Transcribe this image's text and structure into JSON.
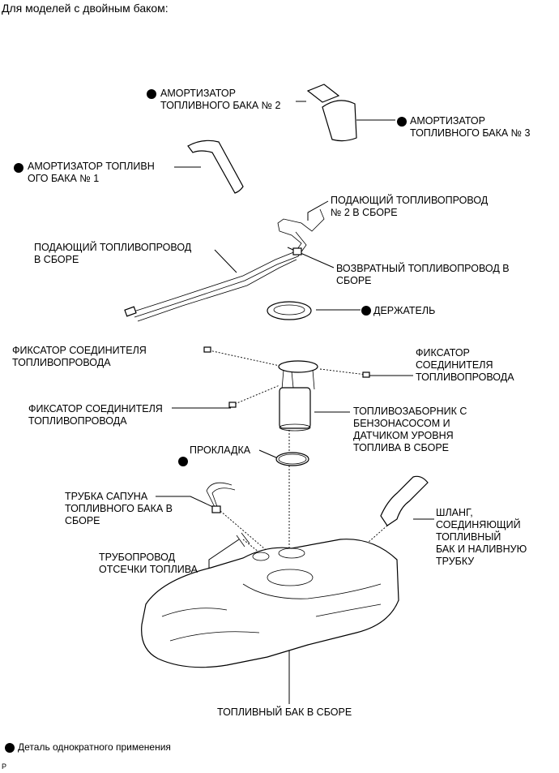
{
  "title": "Для моделей с двойным баком:",
  "labels": {
    "cushion2": "АМОРТИЗАТОР\nТОПЛИВНОГО БАКА № 2",
    "cushion3": "АМОРТИЗАТОР\nТОПЛИВНОГО БАКА № 3",
    "cushion1": "АМОРТИЗАТОР ТОПЛИВН\nОГО БАКА № 1",
    "main_tube2": "ПОДАЮЩИЙ ТОПЛИВОПРОВОД\n№ 2 В СБОРЕ",
    "main_tube": "ПОДАЮЩИЙ ТОПЛИВОПРОВОД\nВ СБОРЕ",
    "return_tube": "ВОЗВРАТНЫЙ ТОПЛИВОПРОВОД В\nСБОРЕ",
    "retainer": "ДЕРЖАТЕЛЬ",
    "clip_left": "ФИКСАТОР СОЕДИНИТЕЛЯ\nТОПЛИВОПРОВОДА",
    "clip_right": "ФИКСАТОР\nСОЕДИНИТЕЛЯ\nТОПЛИВОПРОВОДА",
    "clip_lower": "ФИКСАТОР СОЕДИНИТЕЛЯ\nТОПЛИВОПРОВОДА",
    "suction": "ТОПЛИВОЗАБОРНИК С\nБЕНЗОНАСОСОМ И\nДАТЧИКОМ УРОВНЯ\nТОПЛИВА В СБОРЕ",
    "gasket": "ПРОКЛАДКА",
    "breather": "ТРУБКА САПУНА\nТОПЛИВНОГО БАКА В\nСБОРЕ",
    "cutoff": "ТРУБОПРОВОД\nОТСЕЧКИ ТОПЛИВА",
    "hose": "ШЛАНГ,\nСОЕДИНЯЮЩИЙ\nТОПЛИВНЫЙ\nБАК И НАЛИВНУЮ\nТРУБКУ",
    "tank": "ТОПЛИВНЫЙ БАК В СБОРЕ"
  },
  "legend": "Деталь однократного применения",
  "footer_mark": "P"
}
